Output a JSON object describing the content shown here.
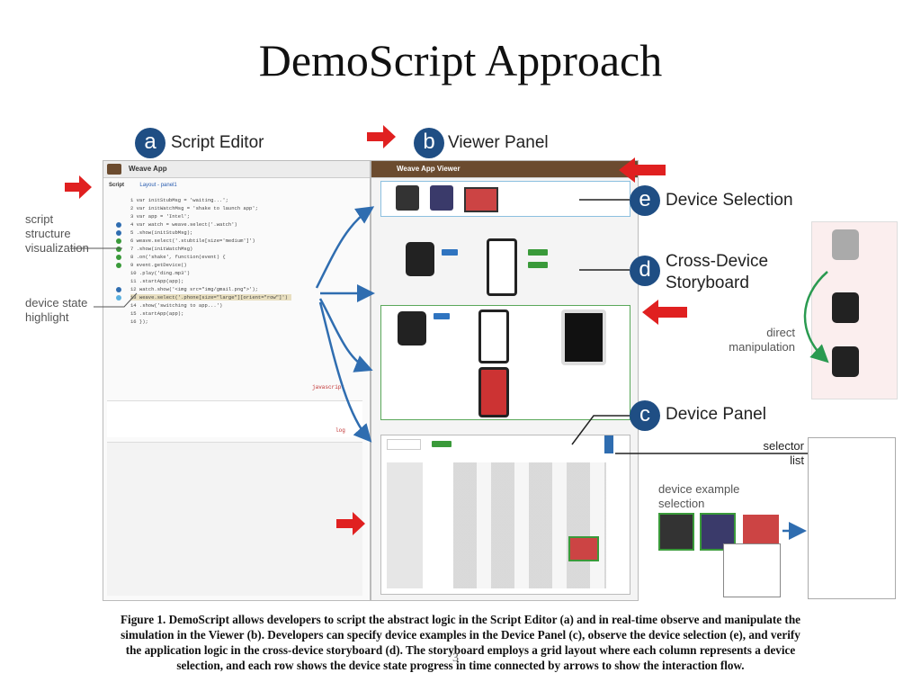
{
  "slide": {
    "title": "DemoScript Approach",
    "page_number": "3"
  },
  "labels": {
    "a_letter": "a",
    "a_text": "Script Editor",
    "b_letter": "b",
    "b_text": "Viewer Panel",
    "c_letter": "c",
    "c_text": "Device Panel",
    "d_letter": "d",
    "d_text_1": "Cross-Device",
    "d_text_2": "Storyboard",
    "e_letter": "e",
    "e_text": "Device Selection"
  },
  "side_notes": {
    "script_structure_1": "script",
    "script_structure_2": "structure",
    "script_structure_3": "visualization",
    "device_state_1": "device state",
    "device_state_2": "highlight",
    "direct_manip_1": "direct",
    "direct_manip_2": "manipulation",
    "selector_1": "selector",
    "selector_2": "list",
    "device_example_1": "device example",
    "device_example_2": "selection"
  },
  "script_editor": {
    "title": "Weave App",
    "tab_script": "Script",
    "tab_layout": "Layout - panel1",
    "code_lines": [
      "1  var initStubMsg = 'waiting...';",
      "2  var initWatchMsg = 'shake to launch app';",
      "3  var app = 'Intel';",
      "4  var watch = weave.select('.watch')",
      "5    .show(initStubMsg);",
      "6  weave.select('.stubtile[size='medium']')",
      "7    .show(initWatchMsg)",
      "8    .on('shake', function(event) {",
      "9      event.getDevice()",
      "10       .play('ding.mp3')",
      "11       .startApp(app);",
      "12    watch.show('<img src=\"img/gmail.png\">');",
      "13    weave.select('.phone[size=\"large\"][orient=\"row\"]')",
      "14      .show('switching to app...')",
      "15      .startApp(app);",
      "16  });"
    ],
    "javascript_tag": "javascript",
    "log_tag": "log"
  },
  "viewer": {
    "title": "Weave App Viewer"
  },
  "caption": {
    "line1": "Figure 1. DemoScript allows developers to script the abstract logic in the Script Editor (a) and in real-time observe and manipulate the",
    "line2": "simulation in the Viewer (b). Developers can specify device examples in the Device Panel (c), observe the device selection (e), and verify",
    "line3": "the application logic in the cross-device storyboard (d). The storyboard employs a grid layout where each column represents a device",
    "line4": "selection, and each row shows the device state progress in time connected by arrows to show the interaction flow."
  },
  "colors": {
    "label_blue": "#1f4e84",
    "arrow_red": "#e02020",
    "flow_blue": "#2f6db0",
    "chip_green": "#3a9a3a"
  }
}
